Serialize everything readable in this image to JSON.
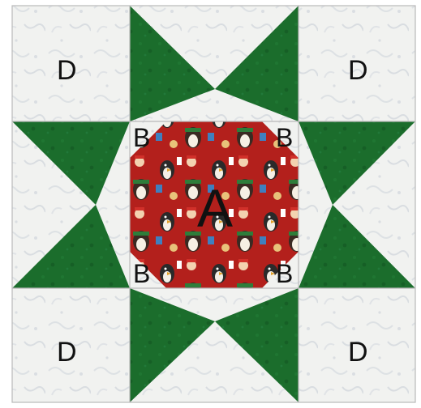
{
  "labels": {
    "d_top_left": "D",
    "d_top_right": "D",
    "d_bottom_left": "D",
    "d_bottom_right": "D",
    "b_top_left": "B",
    "b_top_right": "B",
    "b_bottom_left": "B",
    "b_bottom_right": "B",
    "a_center": "A"
  },
  "colors": {
    "background_fabric": "#f1f2f0",
    "background_swirl": "#dde1e4",
    "star_points": "#1b6d2c",
    "star_points_shade": "#145a22",
    "center_fabric_red": "#b3201c",
    "frame_line": "#b9b9b9",
    "label_text": "#111111"
  }
}
